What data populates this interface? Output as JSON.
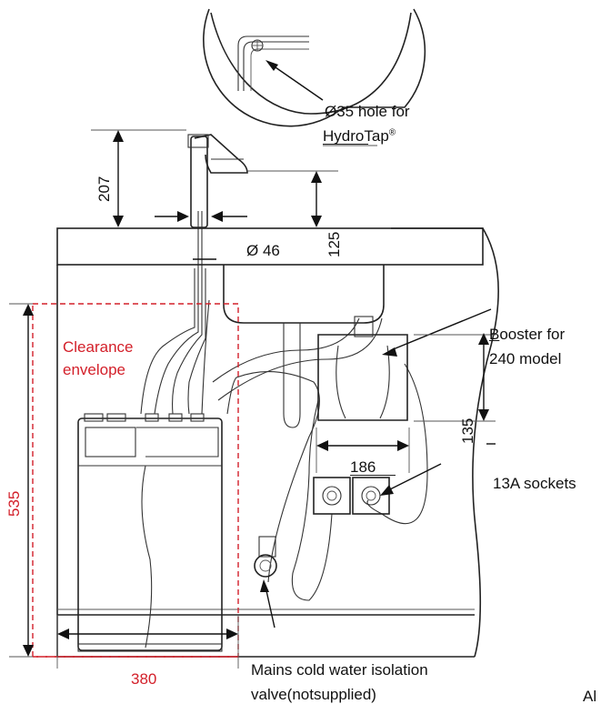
{
  "labels": {
    "hole_line1": "Ø35 hole for",
    "hole_line2_a": "Hydro",
    "hole_line2_b": "Tap",
    "hole_line2_reg": "®",
    "dim_207": "207",
    "dim_125": "125",
    "dim_46": "Ø 46",
    "booster_line1_b": "B",
    "booster_line1_rest": "ooster for",
    "booster_line2": "240 model",
    "clearance_line1": "Clearance",
    "clearance_line2": "envelope",
    "dim_135": "135",
    "dim_186": "186",
    "sockets": "13A sockets",
    "dim_535": "535",
    "dim_380": "380",
    "valve_line1": "Mains cold water isolation",
    "valve_line2": "valve(notsupplied)",
    "corner_text": "Al"
  },
  "colors": {
    "line": "#222222",
    "clearance": "#d3202a"
  }
}
